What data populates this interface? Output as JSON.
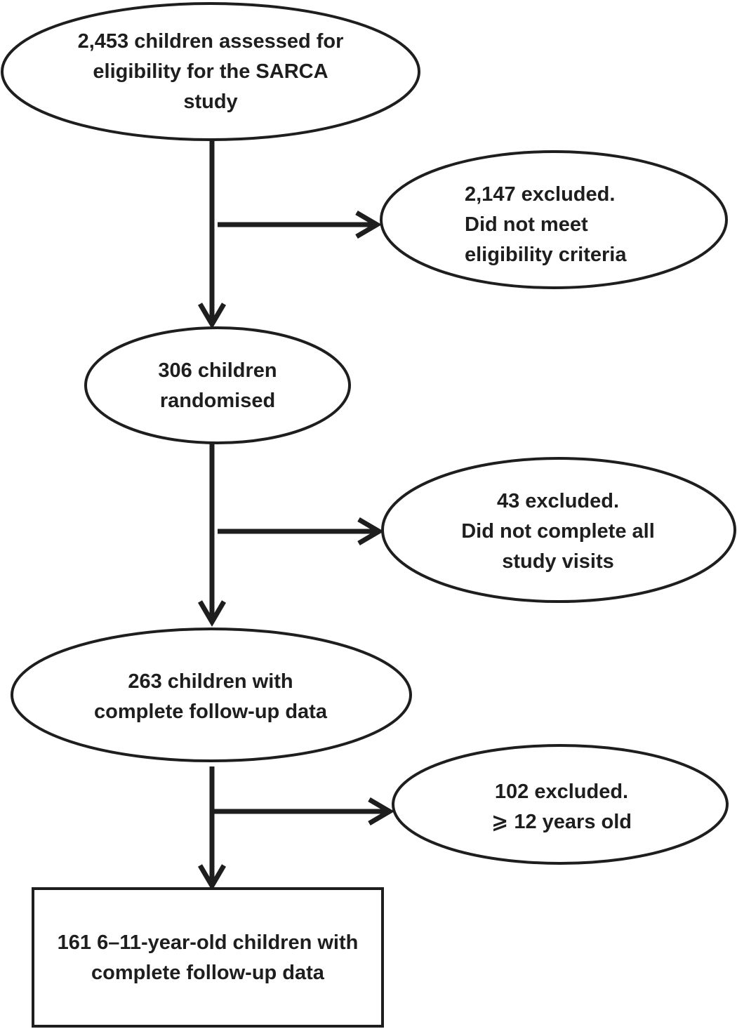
{
  "diagram": {
    "nodes": [
      {
        "id": "assessed",
        "shape": "ellipse",
        "text": "2,453 children assessed for\neligibility for the SARCA\nstudy"
      },
      {
        "id": "excluded1",
        "shape": "ellipse",
        "text": "2,147 excluded.\nDid not meet\neligibility criteria"
      },
      {
        "id": "randomised",
        "shape": "ellipse",
        "text": "306 children\nrandomised"
      },
      {
        "id": "excluded2",
        "shape": "ellipse",
        "text": "43 excluded.\nDid not complete all\nstudy visits"
      },
      {
        "id": "complete",
        "shape": "ellipse",
        "text": "263 children with\ncomplete follow-up data"
      },
      {
        "id": "excluded3",
        "shape": "ellipse",
        "text": "102 excluded.\n⩾ 12 years old"
      },
      {
        "id": "final",
        "shape": "rectangle",
        "text": "161 6–11-year-old children with\ncomplete follow-up data"
      }
    ],
    "edges": [
      {
        "from": "assessed",
        "to": "randomised"
      },
      {
        "from": "assessed",
        "to": "excluded1"
      },
      {
        "from": "randomised",
        "to": "complete"
      },
      {
        "from": "randomised",
        "to": "excluded2"
      },
      {
        "from": "complete",
        "to": "final"
      },
      {
        "from": "complete",
        "to": "excluded3"
      }
    ],
    "colors": {
      "stroke": "#1e1e1e",
      "fill": "#ffffff",
      "text": "#1e1e1e"
    }
  }
}
